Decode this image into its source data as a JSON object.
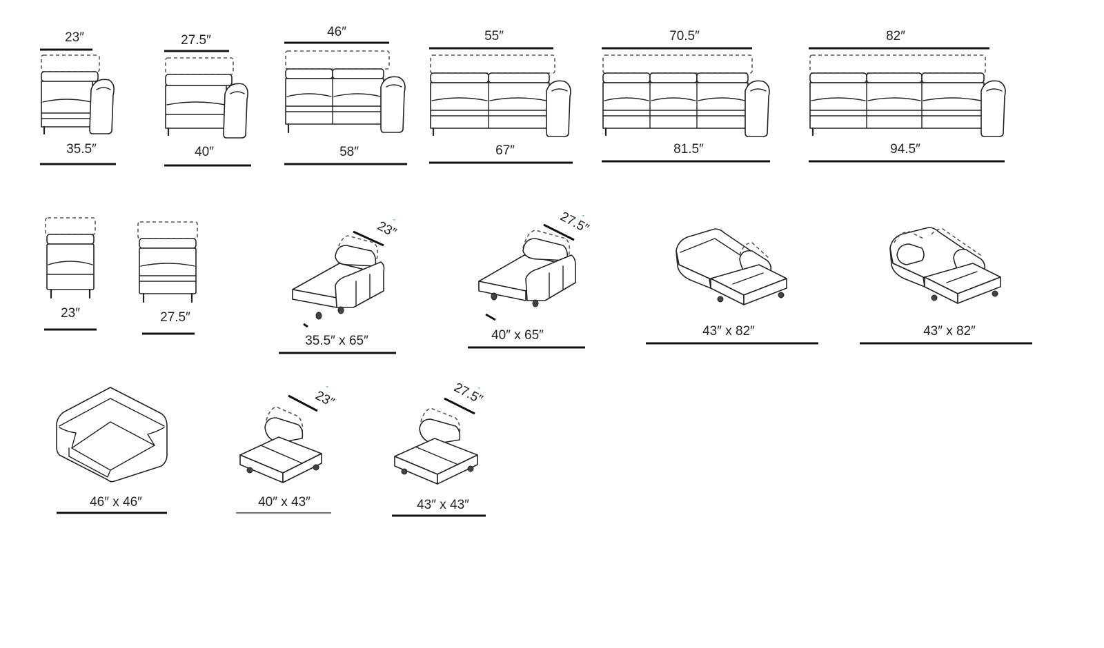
{
  "row1": [
    {
      "top": "23″",
      "bottom": "35.5″"
    },
    {
      "top": "27.5″",
      "bottom": "40″"
    },
    {
      "top": "46″",
      "bottom": "58″"
    },
    {
      "top": "55″",
      "bottom": "67″"
    },
    {
      "top": "70.5″",
      "bottom": "81.5″"
    },
    {
      "top": "82″",
      "bottom": "94.5″"
    }
  ],
  "row2": {
    "armless": [
      "23″",
      "27.5″"
    ],
    "chaises": [
      {
        "seat": "23″",
        "size": "35.5″  x 65″"
      },
      {
        "seat": "27.5″",
        "size": "40″  x 65″"
      }
    ],
    "loveseat_chaise": [
      "43″  x 82″",
      "43″  x 82″"
    ]
  },
  "row3": {
    "corner": "46″  x 46″",
    "ottomans": [
      {
        "seat": "23″",
        "size": "40″  x 43″"
      },
      {
        "seat": "27.5″",
        "size": "43″  x 43″"
      }
    ]
  }
}
